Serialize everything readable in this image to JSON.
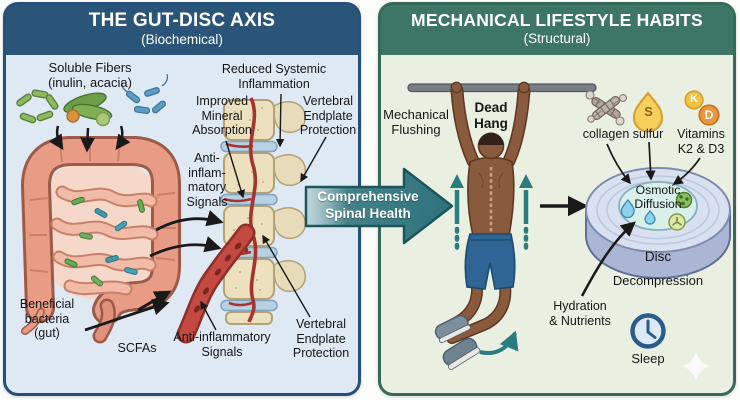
{
  "left_panel": {
    "title": "THE GUT-DISC AXIS",
    "subtitle": "(Biochemical)",
    "labels": {
      "soluble_fibers": "Soluble Fibers\n(inulin, acacia)",
      "reduced_systemic_inflammation": "Reduced Systemic\nInflammation",
      "improved_mineral_absorption": "Improved\nMineral\nAbsorption",
      "vertebral_endplate_protection_top": "Vertebral\nEndplate\nProtection",
      "anti_inflammatory_signals_mid": "Anti-\ninflam-\nmatory\nSignals",
      "beneficial_bacteria": "Beneficial\nbacteria\n(gut)",
      "scfas": "SCFAs",
      "anti_inflammatory_signals_bottom": "Anti-inflammatory\nSignals",
      "vertebral_endplate_protection_bottom": "Vertebral\nEndplate\nProtection"
    }
  },
  "center_arrow": {
    "label": "Comprehensive\nSpinal Health"
  },
  "right_panel": {
    "title": "MECHANICAL LIFESTYLE HABITS",
    "subtitle": "(Structural)",
    "labels": {
      "mechanical_flushing": "Mechanical\nFlushing",
      "dead_hang": "Dead\nHang",
      "collagen": "collagen",
      "sulfur": "sulfur",
      "vitamins_k2_d3": "Vitamins\nK2 & D3",
      "osmotic_diffusion": "Osmotic\nDiffusion",
      "disc": "Disc",
      "decompression": "Decompression",
      "hydration_nutrients": "Hydration\n& Nutrients",
      "sleep": "Sleep"
    },
    "badges": {
      "sulfur_symbol": "S",
      "vitamin_k": "K",
      "vitamin_d": "D"
    }
  },
  "colors": {
    "left_header_bg": "#2B5479",
    "left_panel_bg": "#DFE9F4",
    "left_border": "#24507A",
    "right_header_bg": "#3D7666",
    "right_panel_bg": "#EAF0E1",
    "right_border": "#35695A",
    "center_arrow_teal": "#3B7E85",
    "traction_arrow_teal": "#2A7C80",
    "black_arrow": "#1A1A1A",
    "intestine_salmon": "#E89C86",
    "vessel_red": "#C24A40",
    "vertebra_beige": "#ECE0BF",
    "disc_blue": "#B9CFE2",
    "skin_brown": "#8A5A3C",
    "shorts_blue": "#2F6594",
    "sulfur_yellow": "#F6D05C",
    "vitamin_k_gold": "#F2C243",
    "vitamin_d_orange": "#E9963D",
    "clock_blue": "#2A5C8A"
  }
}
